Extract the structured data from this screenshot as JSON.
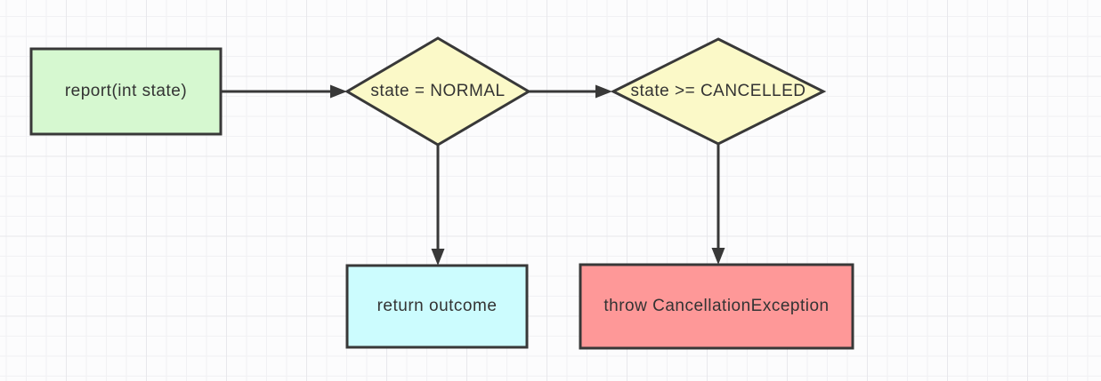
{
  "canvas": {
    "background": "#fcfcfd",
    "grid_minor_color": "#f1f1f4",
    "grid_major_color": "#e8e8ec"
  },
  "diagram": {
    "stroke": "#383838",
    "text_color": "#333333",
    "nodes": {
      "start": {
        "label": "report(int state)",
        "shape": "rectangle",
        "fill": "#d6f8d0"
      },
      "decision_normal": {
        "label": "state = NORMAL",
        "shape": "diamond",
        "fill": "#fbf9c8"
      },
      "decision_cancelled": {
        "label": "state >= CANCELLED",
        "shape": "diamond",
        "fill": "#fbf9c8"
      },
      "return_outcome": {
        "label": "return outcome",
        "shape": "rectangle",
        "fill": "#ccfcfe"
      },
      "throw_exception": {
        "label": "throw CancellationException",
        "shape": "rectangle",
        "fill": "#fe9898"
      }
    },
    "edges": [
      {
        "from": "start",
        "to": "decision_normal"
      },
      {
        "from": "decision_normal",
        "to": "decision_cancelled"
      },
      {
        "from": "decision_normal",
        "to": "return_outcome"
      },
      {
        "from": "decision_cancelled",
        "to": "throw_exception"
      }
    ]
  }
}
